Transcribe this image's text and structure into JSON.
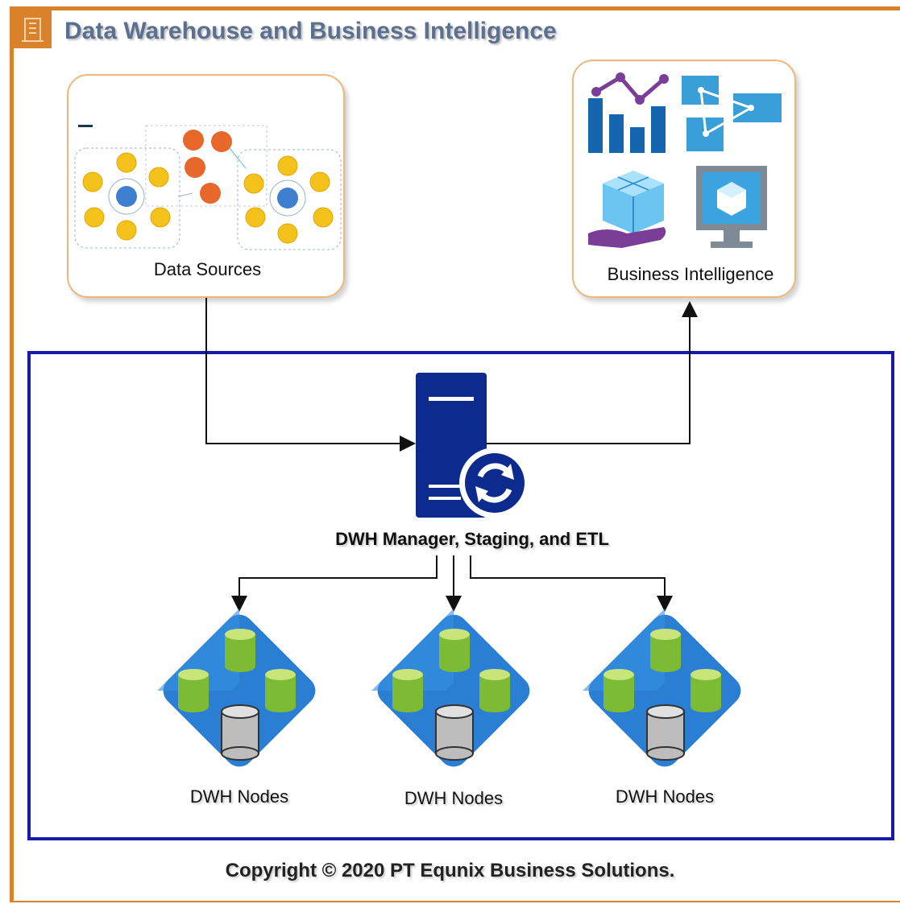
{
  "header": {
    "title": "Data Warehouse and Business Intelligence",
    "icon": "building-icon"
  },
  "data_sources": {
    "label": "Data Sources",
    "icon": "network-diagram-thumbnail"
  },
  "business_intelligence": {
    "label": "Business Intelligence",
    "icons": [
      "analytics-chart-icon",
      "diagram-icon",
      "cube-hand-icon",
      "monitor-cube-icon"
    ]
  },
  "dwh_manager": {
    "label": "DWH Manager, Staging, and ETL",
    "icon": "server-sync-icon"
  },
  "nodes": [
    {
      "label": "DWH Nodes"
    },
    {
      "label": "DWH Nodes"
    },
    {
      "label": "DWH Nodes"
    }
  ],
  "footer": {
    "copyright": "Copyright © 2020 PT Equnix Business Solutions."
  },
  "colors": {
    "frame": "#d9822b",
    "container": "#1a1aa8",
    "title": "#5b6f8f",
    "server": "#0d2a8f",
    "node": "#2a7fd4",
    "cylinder": "#8cc63f"
  }
}
